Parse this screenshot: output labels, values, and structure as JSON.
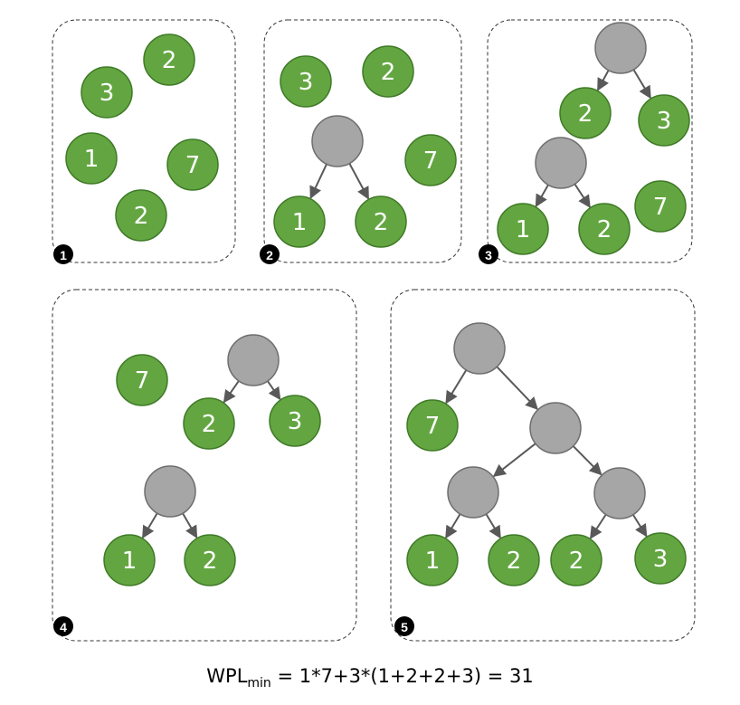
{
  "colors": {
    "leaf": "#63a641",
    "leaf_stroke": "#3f7a27",
    "internal": "#a6a6a6",
    "internal_stroke": "#6e6e6e",
    "edge": "#595959",
    "badge": "#000000",
    "frame": "#333333"
  },
  "formula": {
    "prefix": "WPL",
    "subscript": "min",
    "expression": " = 1*7+3*(1+2+2+3) = 31"
  },
  "panels": [
    {
      "step": "1",
      "nodes": [
        {
          "label": "3"
        },
        {
          "label": "2"
        },
        {
          "label": "1"
        },
        {
          "label": "7"
        },
        {
          "label": "2"
        }
      ]
    },
    {
      "step": "2",
      "nodes": [
        {
          "label": "3"
        },
        {
          "label": "2"
        },
        {
          "label": ""
        },
        {
          "label": "7"
        },
        {
          "label": "1"
        },
        {
          "label": "2"
        }
      ]
    },
    {
      "step": "3",
      "nodes": [
        {
          "label": ""
        },
        {
          "label": "2"
        },
        {
          "label": "3"
        },
        {
          "label": ""
        },
        {
          "label": "1"
        },
        {
          "label": "2"
        },
        {
          "label": "7"
        }
      ]
    },
    {
      "step": "4",
      "nodes": [
        {
          "label": "7"
        },
        {
          "label": ""
        },
        {
          "label": "2"
        },
        {
          "label": "3"
        },
        {
          "label": ""
        },
        {
          "label": "1"
        },
        {
          "label": "2"
        }
      ]
    },
    {
      "step": "5",
      "nodes": [
        {
          "label": ""
        },
        {
          "label": "7"
        },
        {
          "label": ""
        },
        {
          "label": ""
        },
        {
          "label": ""
        },
        {
          "label": "1"
        },
        {
          "label": "2"
        },
        {
          "label": "2"
        },
        {
          "label": "3"
        }
      ]
    }
  ]
}
